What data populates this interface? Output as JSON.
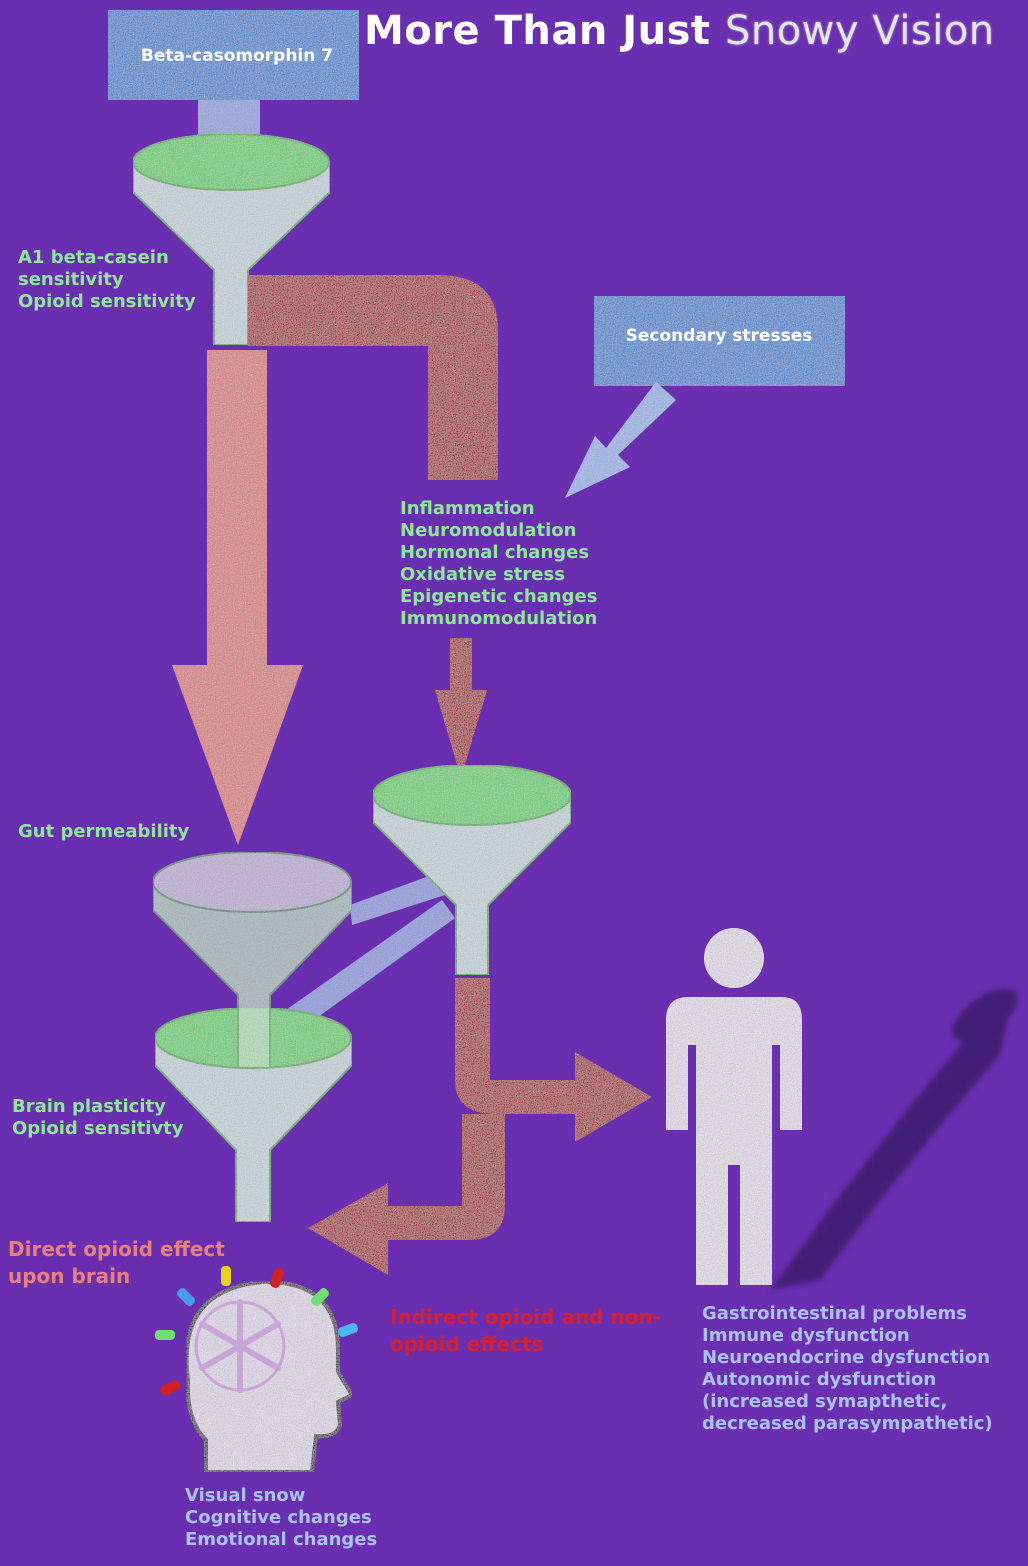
{
  "title": {
    "prefix": "More Than Just",
    "highlight": "Snowy Vision"
  },
  "boxes": {
    "source": "Beta-casomorphin 7",
    "secondary": "Secondary stresses"
  },
  "labels": {
    "funnel1": "A1 beta-casein\nsensitivity\nOpioid sensitivity",
    "mechanisms": "Inflammation\nNeuromodulation\nHormonal changes\nOxidative stress\nEpigenetic changes\nImmunomodulation",
    "gut": "Gut permeability",
    "brain": "Brain plasticity\nOpioid sensitivty",
    "direct": "Direct opioid effect\nupon brain",
    "indirect": "Indirect opioid and non-\nopioid effects",
    "body_outcomes": "Gastrointestinal problems\nImmune dysfunction\nNeuroendocrine dysfunction\nAutonomic dysfunction\n(increased symapthetic,\ndecreased parasympathetic)",
    "brain_outcomes": "Visual snow\nCognitive changes\nEmotional changes"
  },
  "colors": {
    "background": "#6a2fb0",
    "box_blue": "#3f86d8",
    "funnel_green": "#63d46a",
    "funnel_body": "#c9d8e0",
    "arrow_red": "#a8202e",
    "arrow_pink": "#e07a7a",
    "arrow_lavender": "#9ab7ee",
    "label_green": "#8ee89a",
    "label_lavender": "#a9c2f2",
    "direct_label": "#e9807a",
    "indirect_label": "#d8202e"
  },
  "icons": {
    "person": "person-icon",
    "head": "head-snowflake-icon"
  }
}
